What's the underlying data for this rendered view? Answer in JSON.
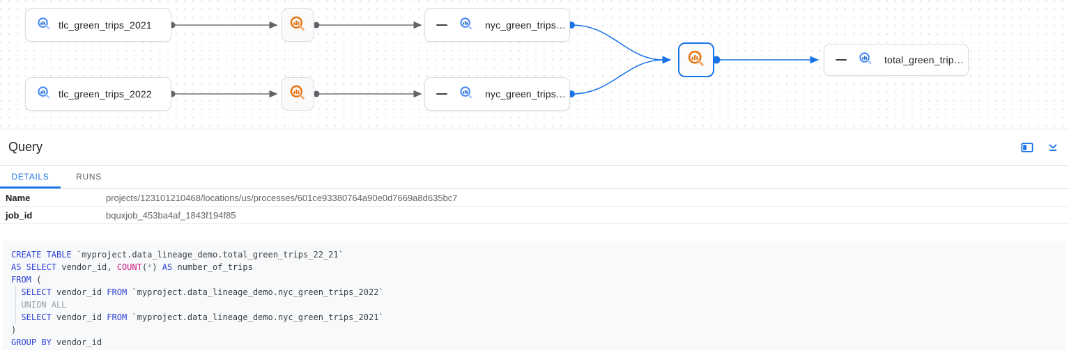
{
  "colors": {
    "accent_blue": "#1a73e8",
    "table_icon_blue": "#4285f4",
    "process_icon_orange": "#e8710a",
    "edge_gray": "#747775"
  },
  "graph": {
    "tables": [
      {
        "label": "tlc_green_trips_2021"
      },
      {
        "label": "tlc_green_trips_2022"
      },
      {
        "label": "nyc_green_trips…"
      },
      {
        "label": "nyc_green_trips…"
      },
      {
        "label": "total_green_trip…"
      }
    ]
  },
  "panel": {
    "title": "Query",
    "tabs": [
      {
        "label": "DETAILS",
        "active": true
      },
      {
        "label": "RUNS",
        "active": false
      }
    ],
    "details": [
      {
        "label": "Name",
        "value": "projects/123101210468/locations/us/processes/601ce93380764a90e0d7669a8d635bc7"
      },
      {
        "label": "job_id",
        "value": "bquxjob_453ba4af_1843f194f85"
      }
    ]
  },
  "sql": {
    "palette": {
      "kw": "#2e41d6",
      "fn": "#d01884",
      "muted": "#9aa0a6",
      "plain": "#3c4043"
    },
    "lines": [
      [
        {
          "c": "kw",
          "t": "CREATE TABLE"
        },
        {
          "c": "plain",
          "t": " `myproject.data_lineage_demo.total_green_trips_22_21`"
        }
      ],
      [
        {
          "c": "kw",
          "t": "AS SELECT"
        },
        {
          "c": "plain",
          "t": " vendor_id, "
        },
        {
          "c": "fn",
          "t": "COUNT"
        },
        {
          "c": "plain",
          "t": "("
        },
        {
          "c": "muted",
          "t": "*"
        },
        {
          "c": "plain",
          "t": ") "
        },
        {
          "c": "kw",
          "t": "AS"
        },
        {
          "c": "plain",
          "t": " number_of_trips"
        }
      ],
      [
        {
          "c": "kw",
          "t": "FROM"
        },
        {
          "c": "plain",
          "t": " ("
        }
      ],
      [
        {
          "c": "plain",
          "t": "  "
        },
        {
          "c": "kw",
          "t": "SELECT"
        },
        {
          "c": "plain",
          "t": " vendor_id "
        },
        {
          "c": "kw",
          "t": "FROM"
        },
        {
          "c": "plain",
          "t": " `myproject.data_lineage_demo.nyc_green_trips_2022`"
        }
      ],
      [
        {
          "c": "plain",
          "t": "  "
        },
        {
          "c": "muted",
          "t": "UNION ALL"
        }
      ],
      [
        {
          "c": "plain",
          "t": "  "
        },
        {
          "c": "kw",
          "t": "SELECT"
        },
        {
          "c": "plain",
          "t": " vendor_id "
        },
        {
          "c": "kw",
          "t": "FROM"
        },
        {
          "c": "plain",
          "t": " `myproject.data_lineage_demo.nyc_green_trips_2021`"
        }
      ],
      [
        {
          "c": "plain",
          "t": ")"
        }
      ],
      [
        {
          "c": "kw",
          "t": "GROUP BY"
        },
        {
          "c": "plain",
          "t": " vendor_id"
        }
      ]
    ]
  }
}
